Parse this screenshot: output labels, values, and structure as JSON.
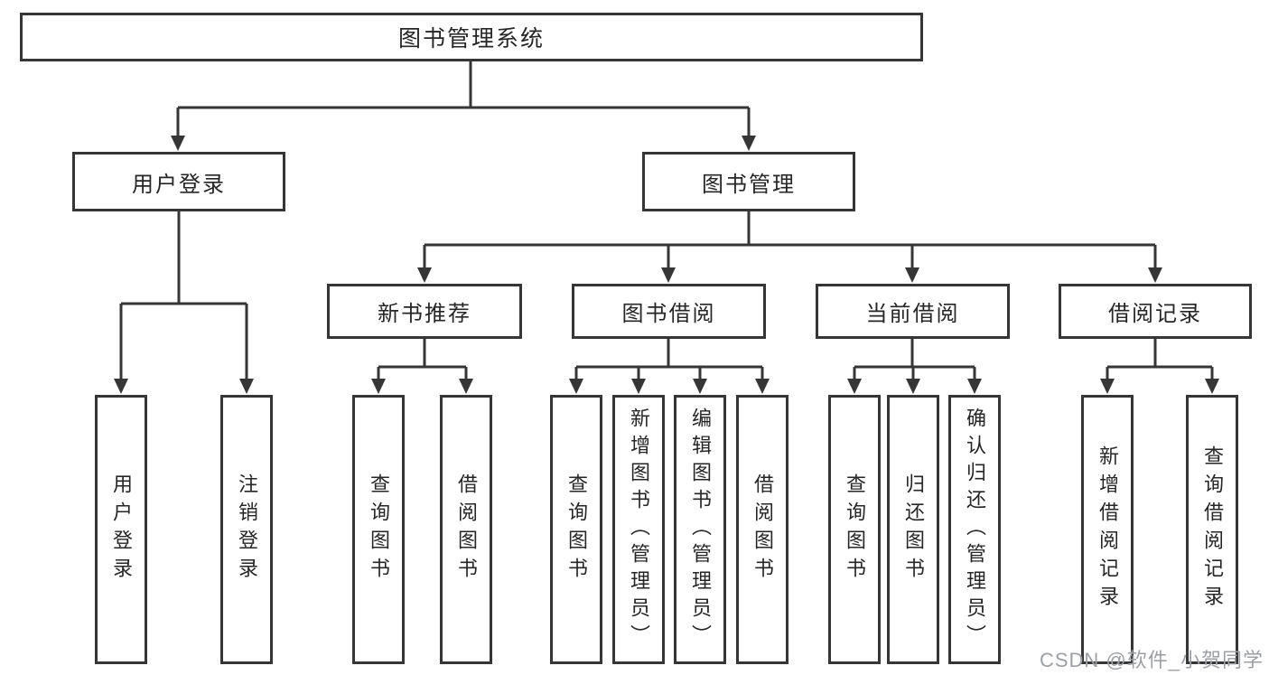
{
  "diagram": {
    "root": {
      "label": "图书管理系统"
    },
    "level2": [
      {
        "label": "用户登录"
      },
      {
        "label": "图书管理"
      }
    ],
    "level3": [
      {
        "label": "新书推荐",
        "parent": "图书管理"
      },
      {
        "label": "图书借阅",
        "parent": "图书管理"
      },
      {
        "label": "当前借阅",
        "parent": "图书管理"
      },
      {
        "label": "借阅记录",
        "parent": "图书管理"
      }
    ],
    "leaves": [
      {
        "label": "用户登录",
        "parent": "用户登录"
      },
      {
        "label": "注销登录",
        "parent": "用户登录"
      },
      {
        "label": "查询图书",
        "parent": "新书推荐"
      },
      {
        "label": "借阅图书",
        "parent": "新书推荐"
      },
      {
        "label": "查询图书",
        "parent": "图书借阅"
      },
      {
        "label": "新增图书（管理员）",
        "parent": "图书借阅"
      },
      {
        "label": "编辑图书（管理员）",
        "parent": "图书借阅"
      },
      {
        "label": "借阅图书",
        "parent": "图书借阅"
      },
      {
        "label": "查询图书",
        "parent": "当前借阅"
      },
      {
        "label": "归还图书",
        "parent": "当前借阅"
      },
      {
        "label": "确认归还（管理员）",
        "parent": "当前借阅"
      },
      {
        "label": "新增借阅记录",
        "parent": "借阅记录"
      },
      {
        "label": "查询借阅记录",
        "parent": "借阅记录"
      }
    ]
  },
  "watermark": {
    "text": "CSDN @软件_小贺同学",
    "color": "#9c9fa3"
  },
  "colors": {
    "background": "#ffffff",
    "line": "#363636",
    "text": "#262626"
  }
}
